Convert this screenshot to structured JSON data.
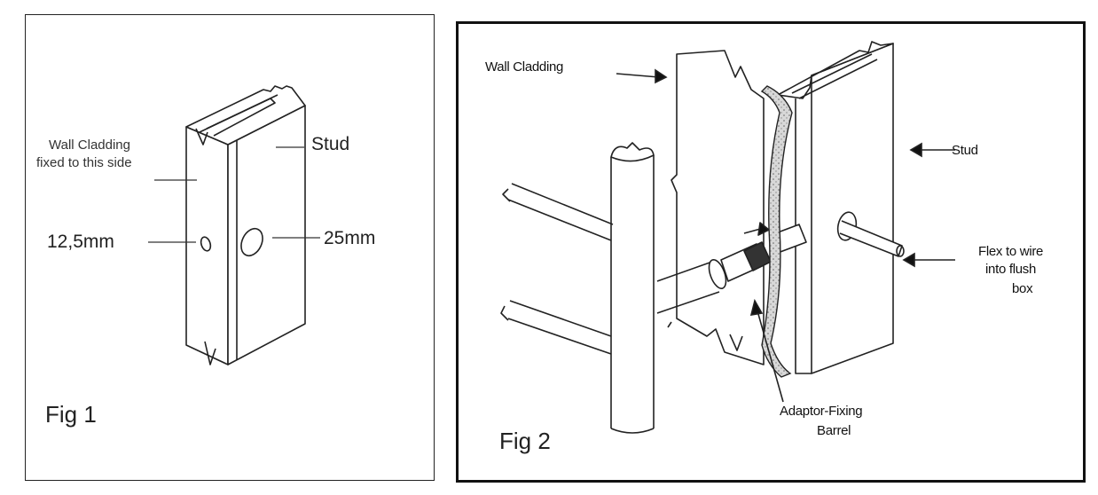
{
  "fig1": {
    "label_cladding_line1": "Wall Cladding",
    "label_cladding_line2": "fixed to this side",
    "label_stud": "Stud",
    "label_small_hole": "12,5mm",
    "label_large_hole": "25mm",
    "title": "Fig 1"
  },
  "fig2": {
    "label_wall_cladding": "Wall Cladding",
    "label_stud": "Stud",
    "label_flex_line1": "Flex to wire",
    "label_flex_line2": "into flush",
    "label_flex_line3": "box",
    "label_adaptor_line1": "Adaptor-Fixing",
    "label_adaptor_line2": "Barrel",
    "title": "Fig 2"
  },
  "colors": {
    "line": "#222222",
    "background": "#ffffff"
  }
}
